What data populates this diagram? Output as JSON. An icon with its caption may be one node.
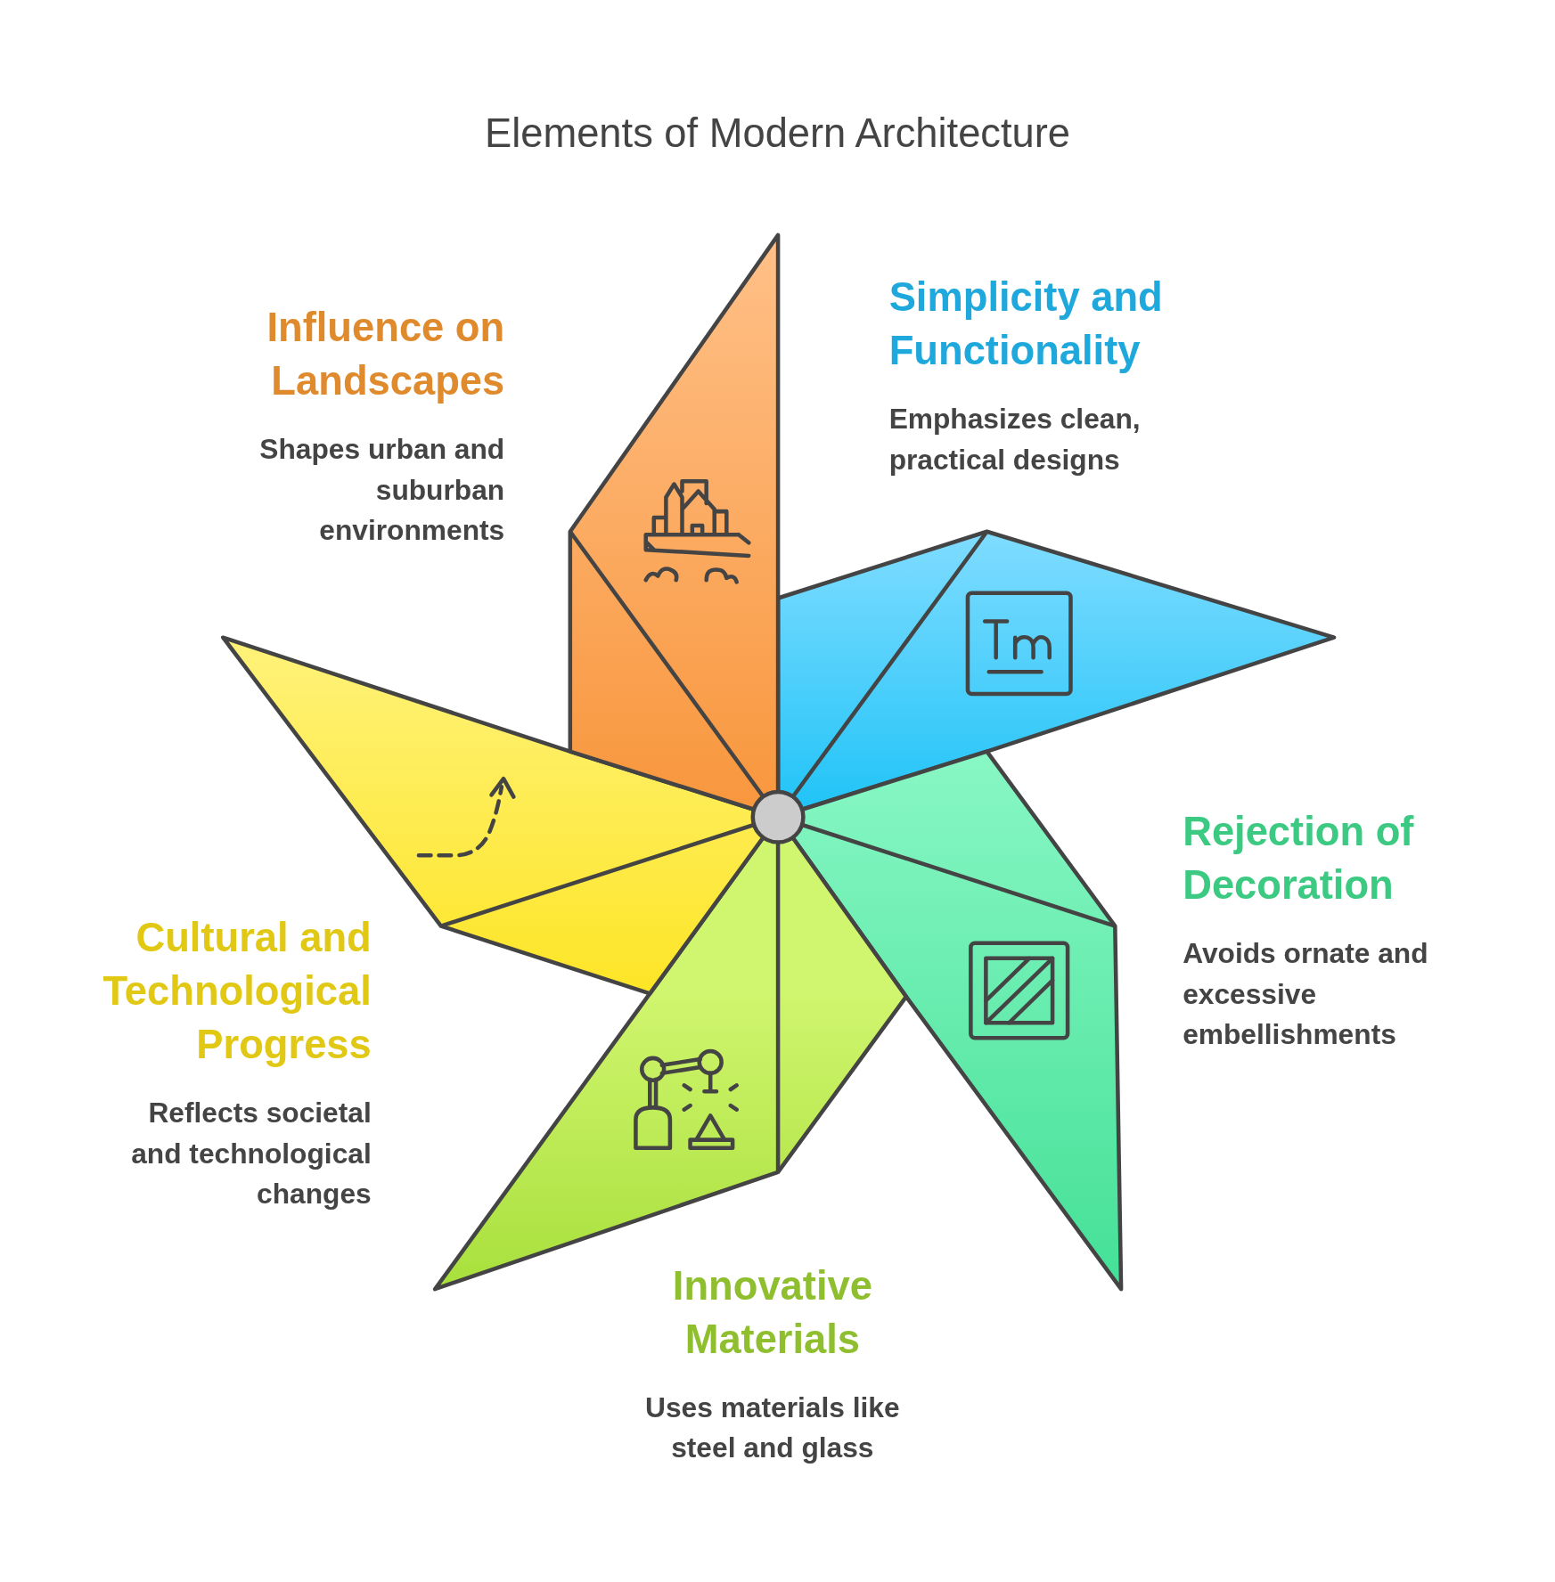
{
  "diagram": {
    "title": "Elements of Modern Architecture",
    "nodes": [
      {
        "text": [
          "Simplicity and Functionality",
          "Emphasizes clean, practical designs"
        ]
      },
      {
        "text": [
          "Rejection of Decoration",
          "Avoids ornate and excessive embellishments"
        ]
      },
      {
        "text": [
          "Innovative Materials",
          "Uses materials like steel and glass"
        ]
      },
      {
        "text": [
          "Cultural and Technological Progress",
          "Reflects societal and technological changes"
        ]
      },
      {
        "text": [
          "Influence on Landscapes",
          "Shapes urban and suburban environments"
        ]
      }
    ],
    "edges": []
  }
}
